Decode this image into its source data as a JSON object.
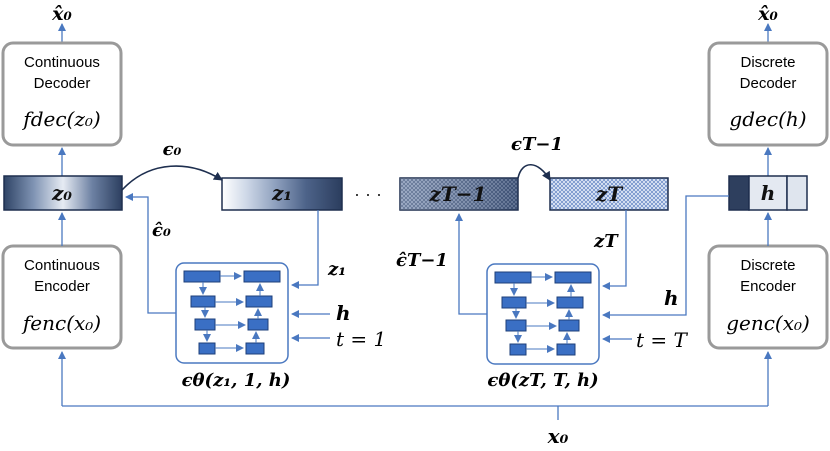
{
  "top_outputs": {
    "left": "x̂₀",
    "right": "x̂₀"
  },
  "continuous_decoder": {
    "line1": "Continuous",
    "line2": "Decoder",
    "formula": "fdec(z₀)"
  },
  "discrete_decoder": {
    "line1": "Discrete",
    "line2": "Decoder",
    "formula": "gdec(h)"
  },
  "continuous_encoder": {
    "line1": "Continuous",
    "line2": "Encoder",
    "formula": "fenc(x₀)"
  },
  "discrete_encoder": {
    "line1": "Discrete",
    "line2": "Encoder",
    "formula": "genc(x₀)"
  },
  "latents": {
    "z0": "z₀",
    "z1": "z₁",
    "zTm1": "zT−1",
    "zT": "zT",
    "h": "h",
    "dots": "· · ·"
  },
  "noise_labels": {
    "eps0": "ϵ₀",
    "epsTm1": "ϵT−1",
    "eps_hat0": "ϵ̂₀",
    "eps_hatTm1": "ϵ̂T−1"
  },
  "network_inputs": {
    "z1": "z₁",
    "zT": "zT",
    "h_left": "h",
    "h_right": "h",
    "t_left": "t = 1",
    "t_right": "t = T"
  },
  "networks": {
    "left": "ϵθ(z₁, 1, h)",
    "right": "ϵθ(zT, T, h)"
  },
  "bottom_input": "x₀",
  "colors": {
    "arrow": "#4a78c0",
    "box_border": "#9a9a9a",
    "net_block": "#3a6fc4",
    "latent_dark": "#2e3f5e"
  }
}
